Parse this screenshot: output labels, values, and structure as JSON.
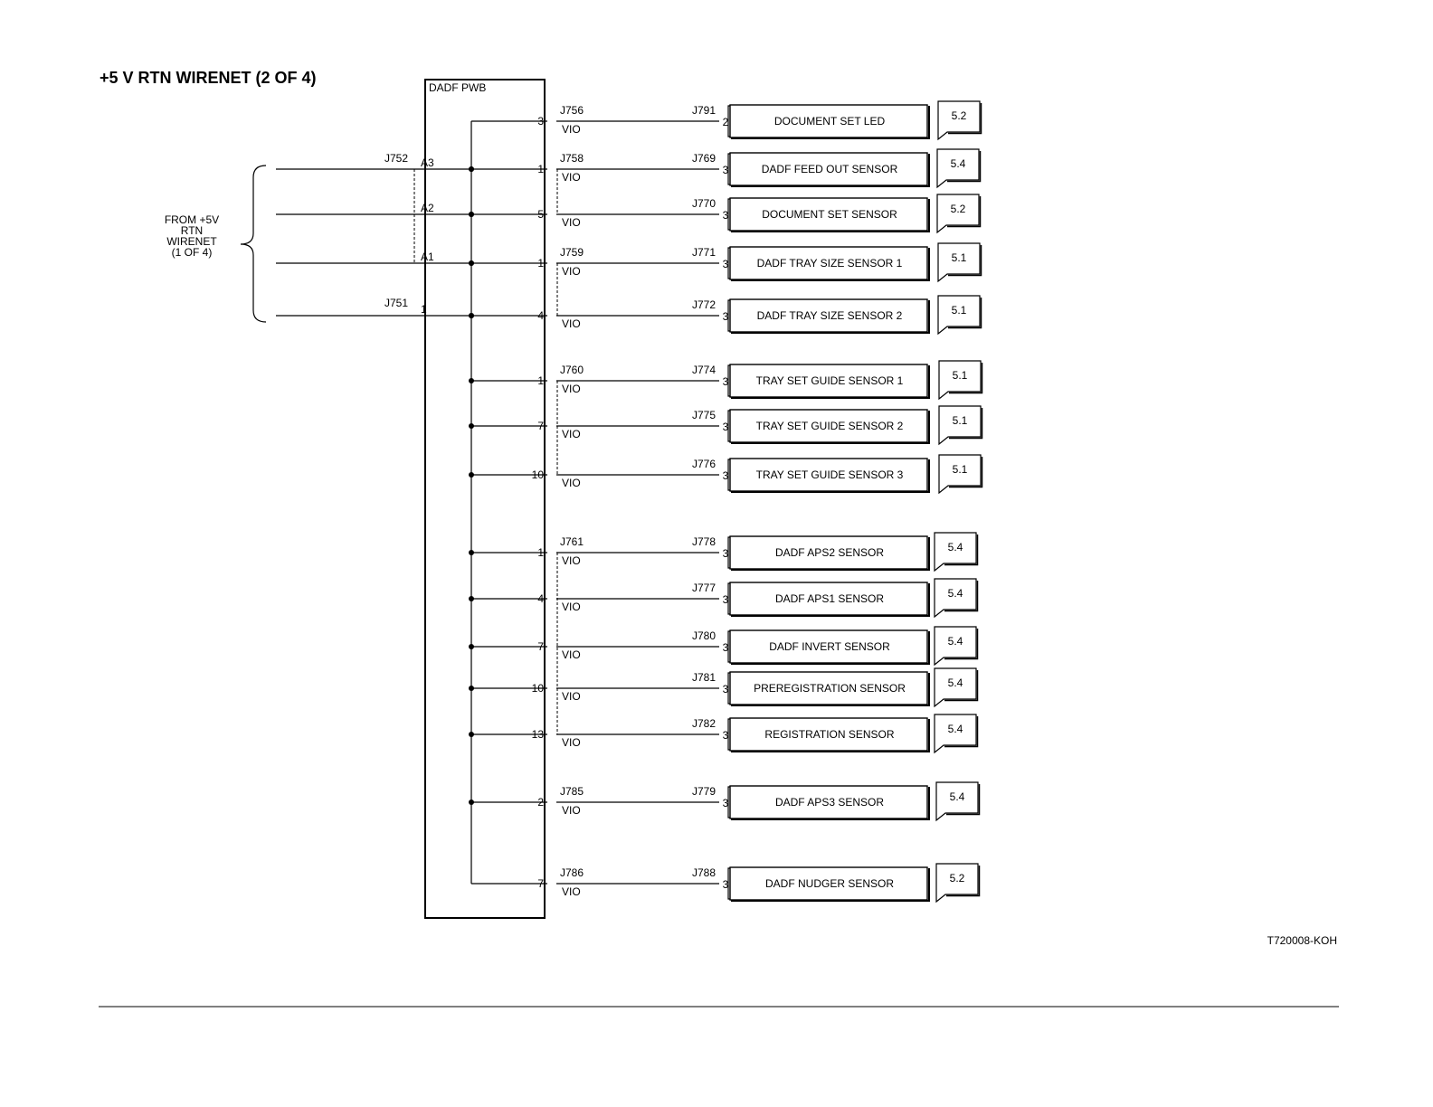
{
  "title": "+5 V RTN WIRENET  (2 OF 4)",
  "board_label": "DADF PWB",
  "source_label": [
    "FROM +5V",
    "RTN",
    "WIRENET",
    "(1 OF 4)"
  ],
  "input_connectors": {
    "upper": "J752",
    "lower": "J751"
  },
  "inputs": [
    {
      "pin": "A3",
      "conn": "J752"
    },
    {
      "pin": "A2",
      "conn": "J752"
    },
    {
      "pin": "A1",
      "conn": "J752"
    },
    {
      "pin": "1",
      "conn": "J751"
    }
  ],
  "figure_id": "T720008-KOH",
  "outputs": [
    {
      "conn": "J756",
      "pin": "3",
      "wire": "VIO",
      "dest_conn": "J791",
      "dest_pin": "2",
      "component": "DOCUMENT SET LED",
      "ref": "5.2"
    },
    {
      "conn": "J758",
      "pin": "1",
      "wire": "VIO",
      "dest_conn": "J769",
      "dest_pin": "3",
      "component": "DADF FEED OUT SENSOR",
      "ref": "5.4"
    },
    {
      "conn": "",
      "pin": "5",
      "wire": "VIO",
      "dest_conn": "J770",
      "dest_pin": "3",
      "component": "DOCUMENT SET SENSOR",
      "ref": "5.2"
    },
    {
      "conn": "J759",
      "pin": "1",
      "wire": "VIO",
      "dest_conn": "J771",
      "dest_pin": "3",
      "component": "DADF TRAY SIZE SENSOR 1",
      "ref": "5.1"
    },
    {
      "conn": "",
      "pin": "4",
      "wire": "VIO",
      "dest_conn": "J772",
      "dest_pin": "3",
      "component": "DADF TRAY SIZE SENSOR 2",
      "ref": "5.1"
    },
    {
      "conn": "J760",
      "pin": "1",
      "wire": "VIO",
      "dest_conn": "J774",
      "dest_pin": "3",
      "component": "TRAY SET GUIDE SENSOR 1",
      "ref": "5.1"
    },
    {
      "conn": "",
      "pin": "7",
      "wire": "VIO",
      "dest_conn": "J775",
      "dest_pin": "3",
      "component": "TRAY SET GUIDE SENSOR 2",
      "ref": "5.1"
    },
    {
      "conn": "",
      "pin": "10",
      "wire": "VIO",
      "dest_conn": "J776",
      "dest_pin": "3",
      "component": "TRAY SET GUIDE SENSOR 3",
      "ref": "5.1"
    },
    {
      "conn": "J761",
      "pin": "1",
      "wire": "VIO",
      "dest_conn": "J778",
      "dest_pin": "3",
      "component": "DADF APS2 SENSOR",
      "ref": "5.4"
    },
    {
      "conn": "",
      "pin": "4",
      "wire": "VIO",
      "dest_conn": "J777",
      "dest_pin": "3",
      "component": "DADF APS1 SENSOR",
      "ref": "5.4"
    },
    {
      "conn": "",
      "pin": "7",
      "wire": "VIO",
      "dest_conn": "J780",
      "dest_pin": "3",
      "component": "DADF INVERT SENSOR",
      "ref": "5.4"
    },
    {
      "conn": "",
      "pin": "10",
      "wire": "VIO",
      "dest_conn": "J781",
      "dest_pin": "3",
      "component": "PREREGISTRATION SENSOR",
      "ref": "5.4"
    },
    {
      "conn": "",
      "pin": "13",
      "wire": "VIO",
      "dest_conn": "J782",
      "dest_pin": "3",
      "component": "REGISTRATION SENSOR",
      "ref": "5.4"
    },
    {
      "conn": "J785",
      "pin": "2",
      "wire": "VIO",
      "dest_conn": "J779",
      "dest_pin": "3",
      "component": "DADF APS3 SENSOR",
      "ref": "5.4"
    },
    {
      "conn": "J786",
      "pin": "7",
      "wire": "VIO",
      "dest_conn": "J788",
      "dest_pin": "3",
      "component": "DADF NUDGER SENSOR",
      "ref": "5.2"
    }
  ]
}
